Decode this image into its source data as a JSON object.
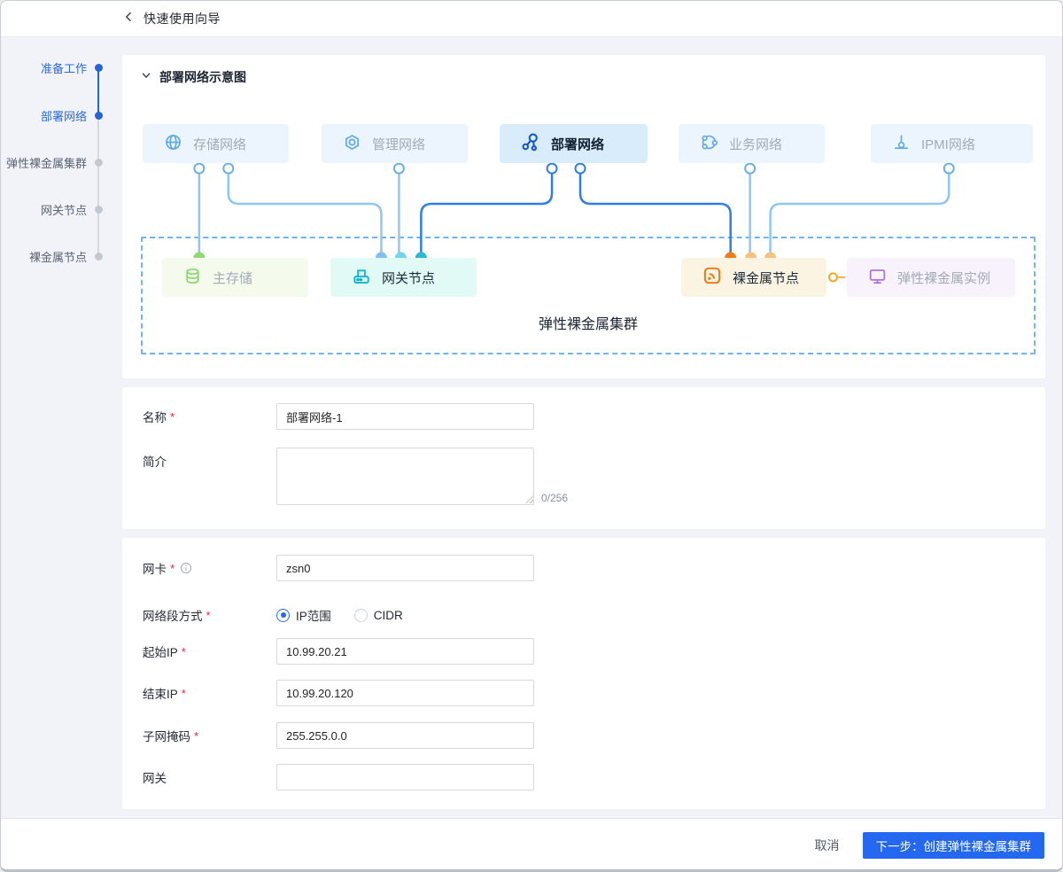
{
  "header": {
    "title": "快速使用向导"
  },
  "sidebar": {
    "steps": [
      {
        "label": "准备工作",
        "active": true
      },
      {
        "label": "部署网络",
        "active": true
      },
      {
        "label": "弹性裸金属集群",
        "active": false
      },
      {
        "label": "网关节点",
        "active": false
      },
      {
        "label": "裸金属节点",
        "active": false
      }
    ]
  },
  "diagram": {
    "section_title": "部署网络示意图",
    "cluster_label": "弹性裸金属集群",
    "top_nodes": [
      {
        "label": "存储网络",
        "icon": "globe-icon",
        "active": false
      },
      {
        "label": "管理网络",
        "icon": "hexagon-gear-icon",
        "active": false
      },
      {
        "label": "部署网络",
        "icon": "cluster-icon",
        "active": true
      },
      {
        "label": "业务网络",
        "icon": "share-network-icon",
        "active": false
      },
      {
        "label": "IPMI网络",
        "icon": "connector-icon",
        "active": false
      }
    ],
    "bottom_nodes": [
      {
        "label": "主存储",
        "icon": "database-icon"
      },
      {
        "label": "网关节点",
        "icon": "router-icon"
      },
      {
        "label": "裸金属节点",
        "icon": "rss-icon"
      },
      {
        "label": "弹性裸金属实例",
        "icon": "monitor-icon"
      }
    ]
  },
  "form_basic": {
    "name_label": "名称",
    "name_value": "部署网络-1",
    "desc_label": "简介",
    "desc_counter": "0/256"
  },
  "form_network": {
    "nic_label": "网卡",
    "nic_value": "zsn0",
    "segment_label": "网络段方式",
    "segment_options": [
      {
        "label": "IP范围",
        "selected": true
      },
      {
        "label": "CIDR",
        "selected": false
      }
    ],
    "start_ip_label": "起始IP",
    "start_ip_value": "10.99.20.21",
    "end_ip_label": "结束IP",
    "end_ip_value": "10.99.20.120",
    "mask_label": "子网掩码",
    "mask_value": "255.255.0.0",
    "gateway_label": "网关",
    "gateway_value": ""
  },
  "footer": {
    "cancel_label": "取消",
    "next_label": "下一步：创建弹性裸金属集群"
  },
  "required_marker": "*",
  "colors": {
    "accent": "#2468f2",
    "active_step": "#2b6bd8",
    "line_light": "#8fc7f2",
    "line_dark": "#2e7ee5",
    "node_bg_light": "#ecf5fd",
    "node_bg_active": "#d8ecfb",
    "green": "#8bd46c",
    "teal": "#12b2cb",
    "orange": "#ef7d17",
    "purple": "#ab77dd",
    "required": "#f5222d"
  }
}
